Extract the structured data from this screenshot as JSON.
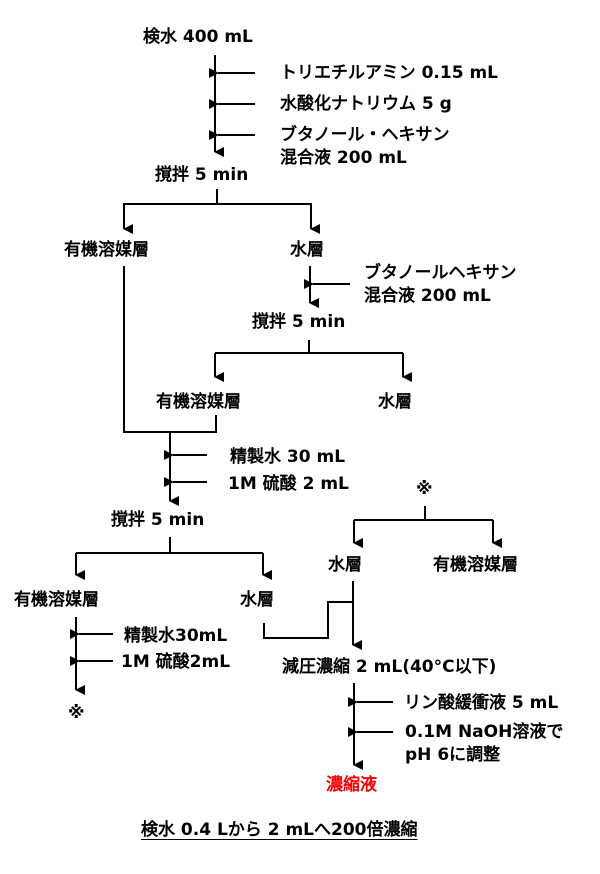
{
  "nodes": {
    "sample": "検水 400 mL",
    "add1_a": "トリエチルアミン 0.15 mL",
    "add1_b": "水酸化ナトリウム 5 g",
    "add1_c1": "ブタノール・ヘキサン",
    "add1_c2": "混合液 200 mL",
    "stir1": "撹拌 5 min",
    "org1": "有機溶媒層",
    "aq1": "水層",
    "add2_1": "ブタノールヘキサン",
    "add2_2": "混合液 200 mL",
    "stir2": "撹拌 5 min",
    "org2": "有機溶媒層",
    "aq2": "水層",
    "add3_a": "精製水 30 mL",
    "add3_b": "1M 硫酸 2 mL",
    "stir3": "撹拌 5 min",
    "org3": "有機溶媒層",
    "aq3": "水層",
    "add4_a": "精製水30mL",
    "add4_b": "1M 硫酸2mL",
    "ref_mark_bottom": "※",
    "ref_mark_top": "※",
    "aq4": "水層",
    "org4": "有機溶媒層",
    "concentrate": "減圧濃縮 2 mL(40°C以下)",
    "add5_a": "リン酸緩衝液 5 mL",
    "add5_b1": "0.1M NaOH溶液で",
    "add5_b2": "pH 6に調整",
    "result": "濃縮液"
  },
  "caption": "検水 0.4 Lから 2 mLへ200倍濃縮",
  "colors": {
    "result": "#ff0000",
    "line": "#000000"
  }
}
